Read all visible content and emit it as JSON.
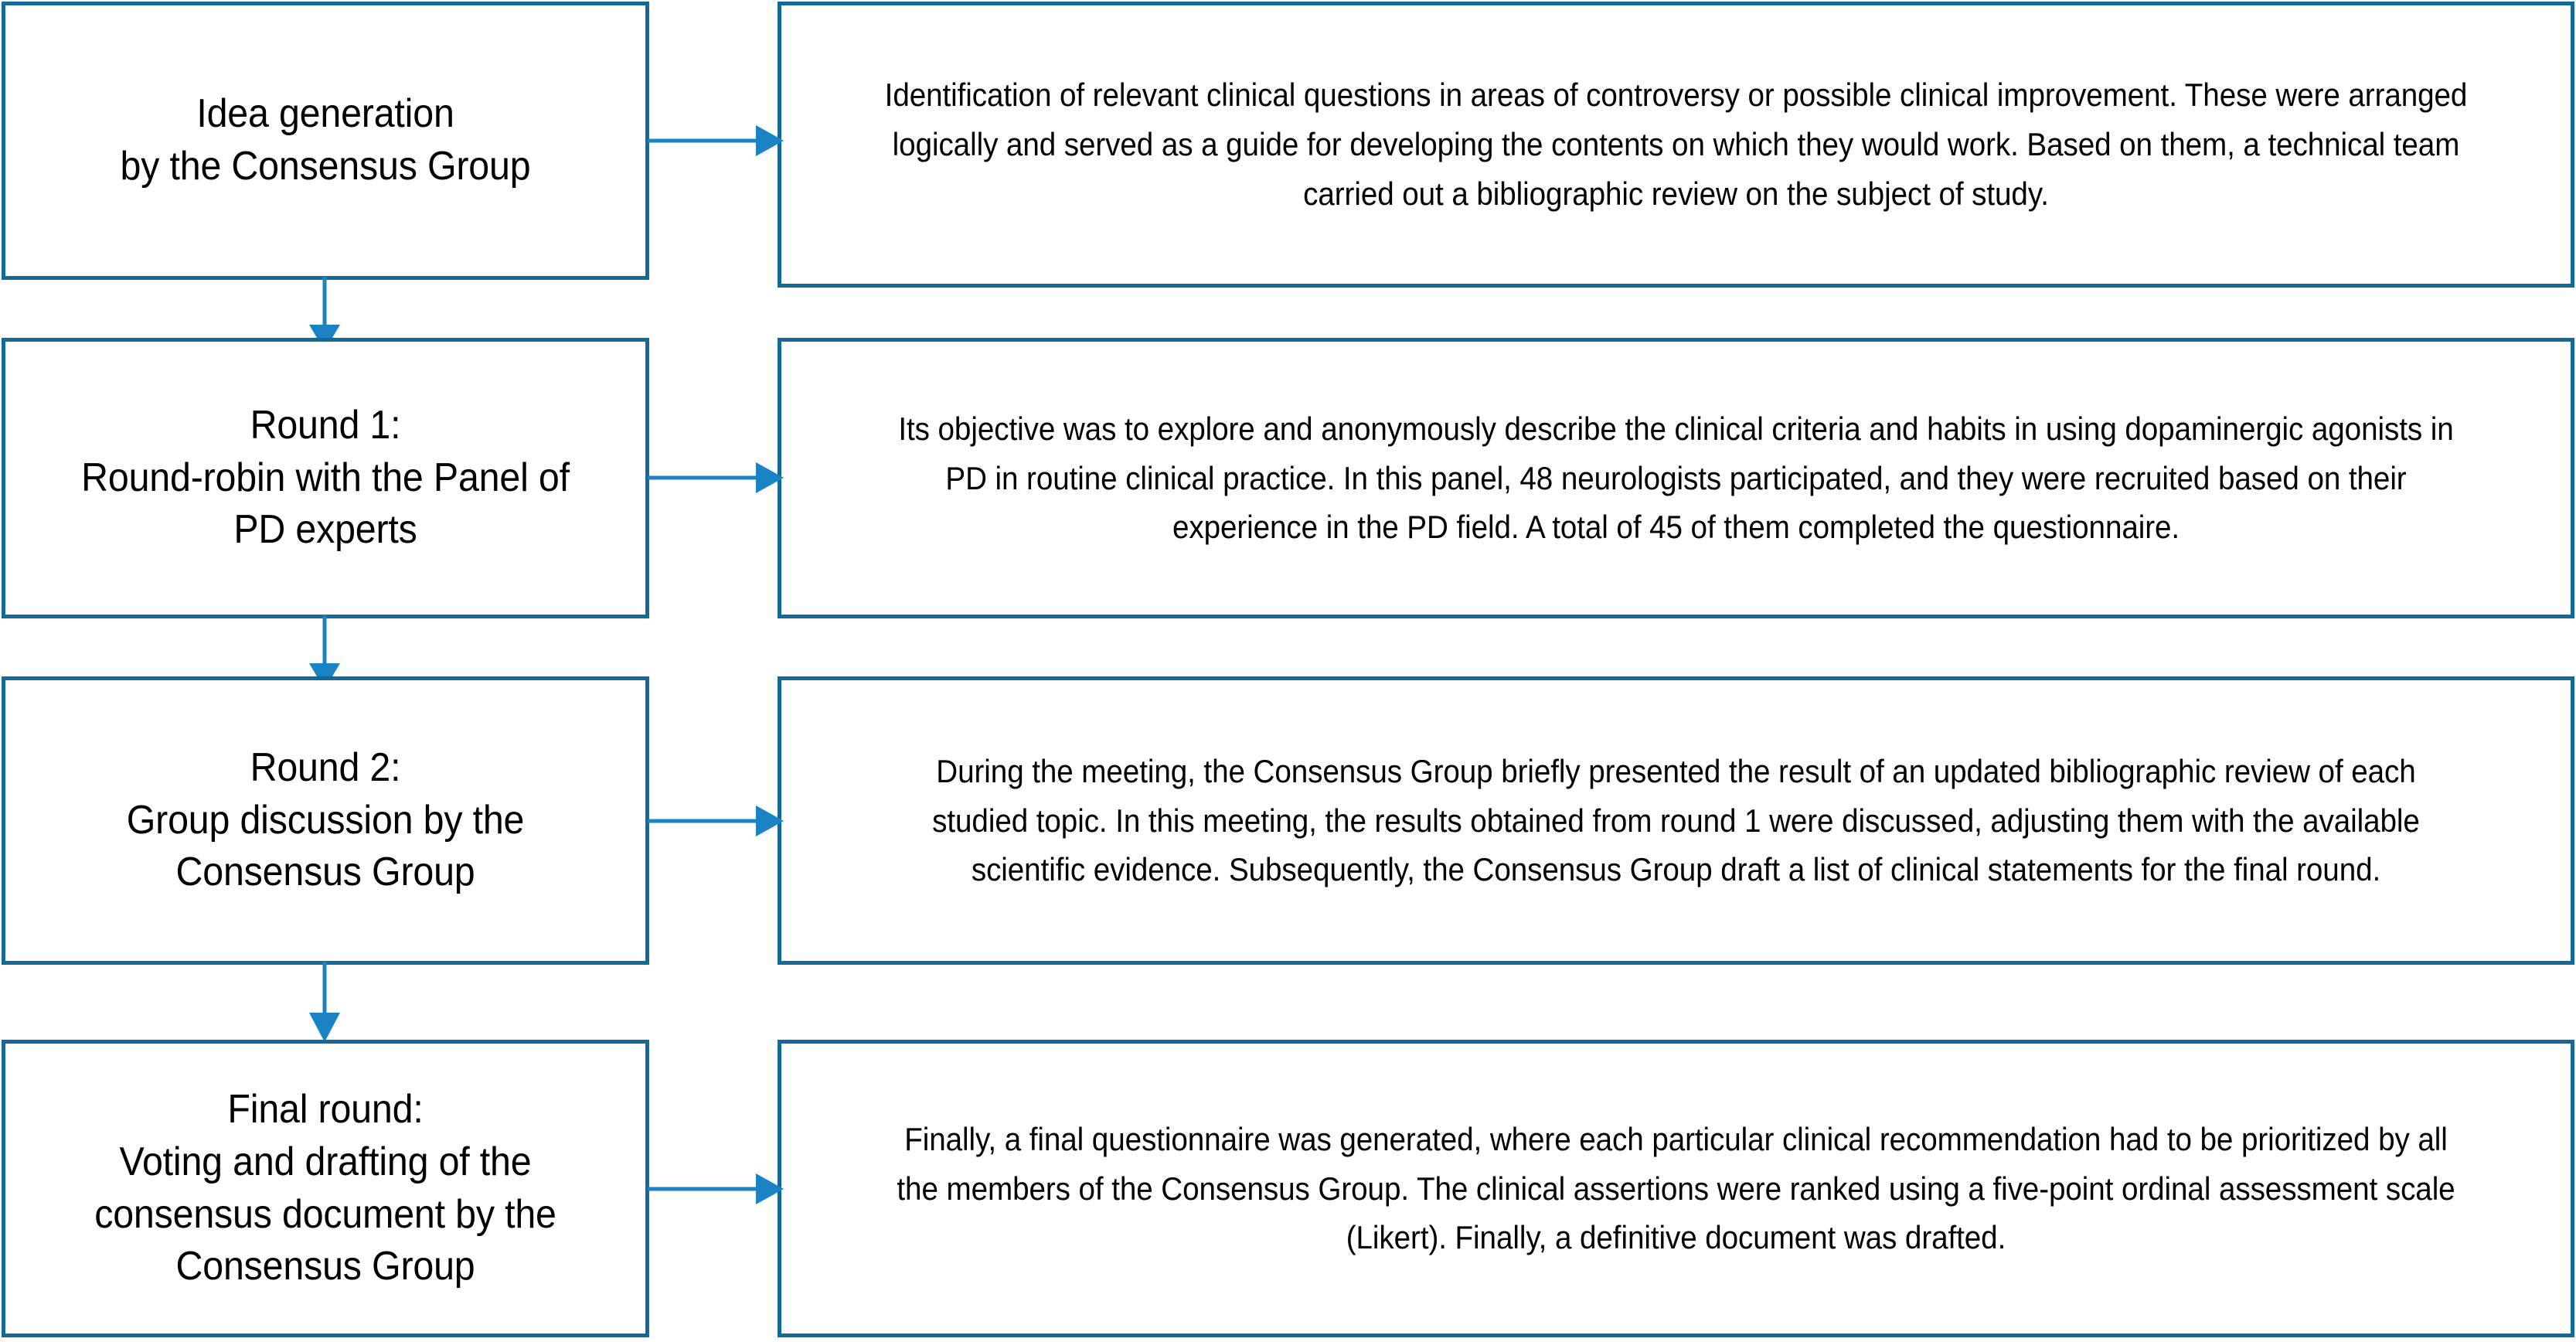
{
  "diagram": {
    "title": "Consensus methodology flowchart",
    "type": "flowchart",
    "orientation": "vertical-with-side-descriptions",
    "colors": {
      "box_border": "#14699B",
      "arrow": "#1B83C4",
      "background": "#FFFFFF",
      "text": "#000000"
    },
    "steps": [
      {
        "id": "idea-generation",
        "label": "Idea generation\nby the Consensus Group",
        "description": "Identification of relevant clinical questions in areas of controversy or possible clinical improvement. These were arranged logically and served as a guide for developing the contents on which they would work. Based on them, a technical team carried out a bibliographic review on the subject of study."
      },
      {
        "id": "round-1",
        "label": "Round 1:\nRound-robin with the Panel of\nPD experts",
        "description": "Its objective was to explore and anonymously describe the clinical criteria and habits in using dopaminergic agonists in PD in routine clinical practice. In this panel, 48 neurologists participated, and they were recruited based on their experience in the PD field. A total of 45 of them completed the questionnaire."
      },
      {
        "id": "round-2",
        "label": "Round 2:\nGroup discussion by the\nConsensus Group",
        "description": "During the meeting, the Consensus Group briefly presented the result of an updated bibliographic review of each studied topic. In this meeting, the results obtained from round 1 were discussed, adjusting them with the available scientific evidence. Subsequently, the Consensus Group draft a list of clinical statements for the final round."
      },
      {
        "id": "final-round",
        "label": "Final round:\nVoting and drafting of the\nconsensus document by the\nConsensus Group",
        "description": "Finally, a final questionnaire was generated, where each particular clinical recommendation had to be prioritized by all the members of the Consensus Group. The clinical assertions were ranked using a five-point ordinal assessment scale (Likert). Finally, a definitive document was drafted."
      }
    ],
    "connectors": {
      "horizontal": [
        "step-to-description",
        "step-to-description",
        "step-to-description",
        "step-to-description"
      ],
      "vertical": [
        "idea-generation-to-round-1",
        "round-1-to-round-2",
        "round-2-to-final-round"
      ]
    }
  }
}
